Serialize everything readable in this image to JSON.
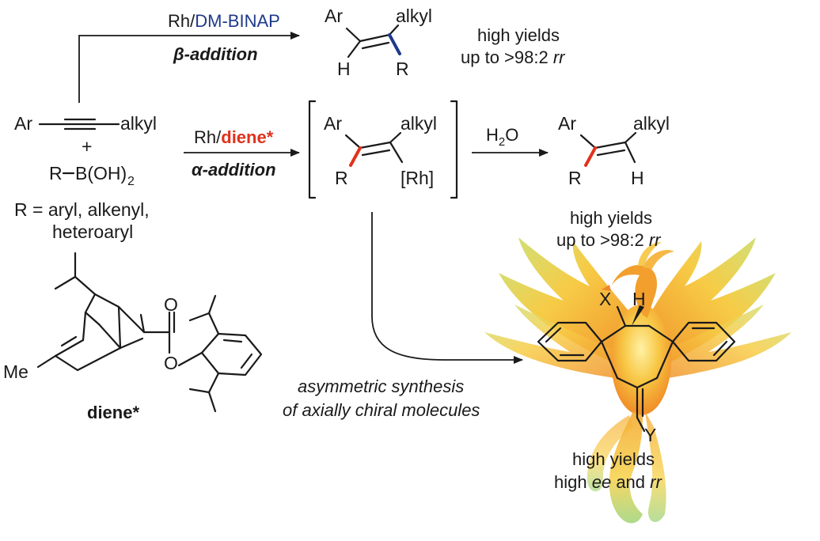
{
  "colors": {
    "text": "#1a1a1a",
    "blue": "#1f3a8a",
    "red": "#e0321c",
    "phoenix_orange": "#f39a1e",
    "phoenix_yellow": "#f7d23a",
    "phoenix_green": "#8ccf6a"
  },
  "start": {
    "ar": "Ar",
    "alkyl": "alkyl",
    "plus": "+",
    "boron_r": "R",
    "boron_rest": "B(OH)",
    "boron_sub": "2",
    "r_def_line1": "R = aryl, alkenyl,",
    "r_def_line2": "heteroaryl"
  },
  "beta_path": {
    "catalyst_prefix": "Rh/",
    "catalyst_ligand": "DM-BINAP",
    "mode": "β-addition",
    "product": {
      "ar": "Ar",
      "alkyl": "alkyl",
      "h": "H",
      "r": "R"
    },
    "result_line1": "high yields",
    "result_line2_prefix": "up to >98:2 ",
    "result_line2_italic": "rr"
  },
  "alpha_path": {
    "catalyst_prefix": "Rh/",
    "catalyst_ligand": "diene*",
    "mode": "α-addition",
    "intermediate": {
      "ar": "Ar",
      "alkyl": "alkyl",
      "r": "R",
      "rh": "[Rh]"
    },
    "reagent_main": "H",
    "reagent_sub": "2",
    "reagent_end": "O",
    "product": {
      "ar": "Ar",
      "alkyl": "alkyl",
      "r": "R",
      "h": "H"
    },
    "result_line1": "high yields",
    "result_line2_prefix": "up to >98:2 ",
    "result_line2_italic": "rr"
  },
  "ligand": {
    "me": "Me",
    "o_carbonyl": "O",
    "o_ester": "O",
    "name": "diene*"
  },
  "asymmetric": {
    "line1": "asymmetric synthesis",
    "line2": "of axially chiral molecules"
  },
  "axial_product": {
    "x": "X",
    "h": "H",
    "y": "Y",
    "result_line1": "high yields",
    "result_line2_prefix": "high ",
    "result_line2_italic1": "ee",
    "result_line2_mid": " and ",
    "result_line2_italic2": "rr"
  }
}
